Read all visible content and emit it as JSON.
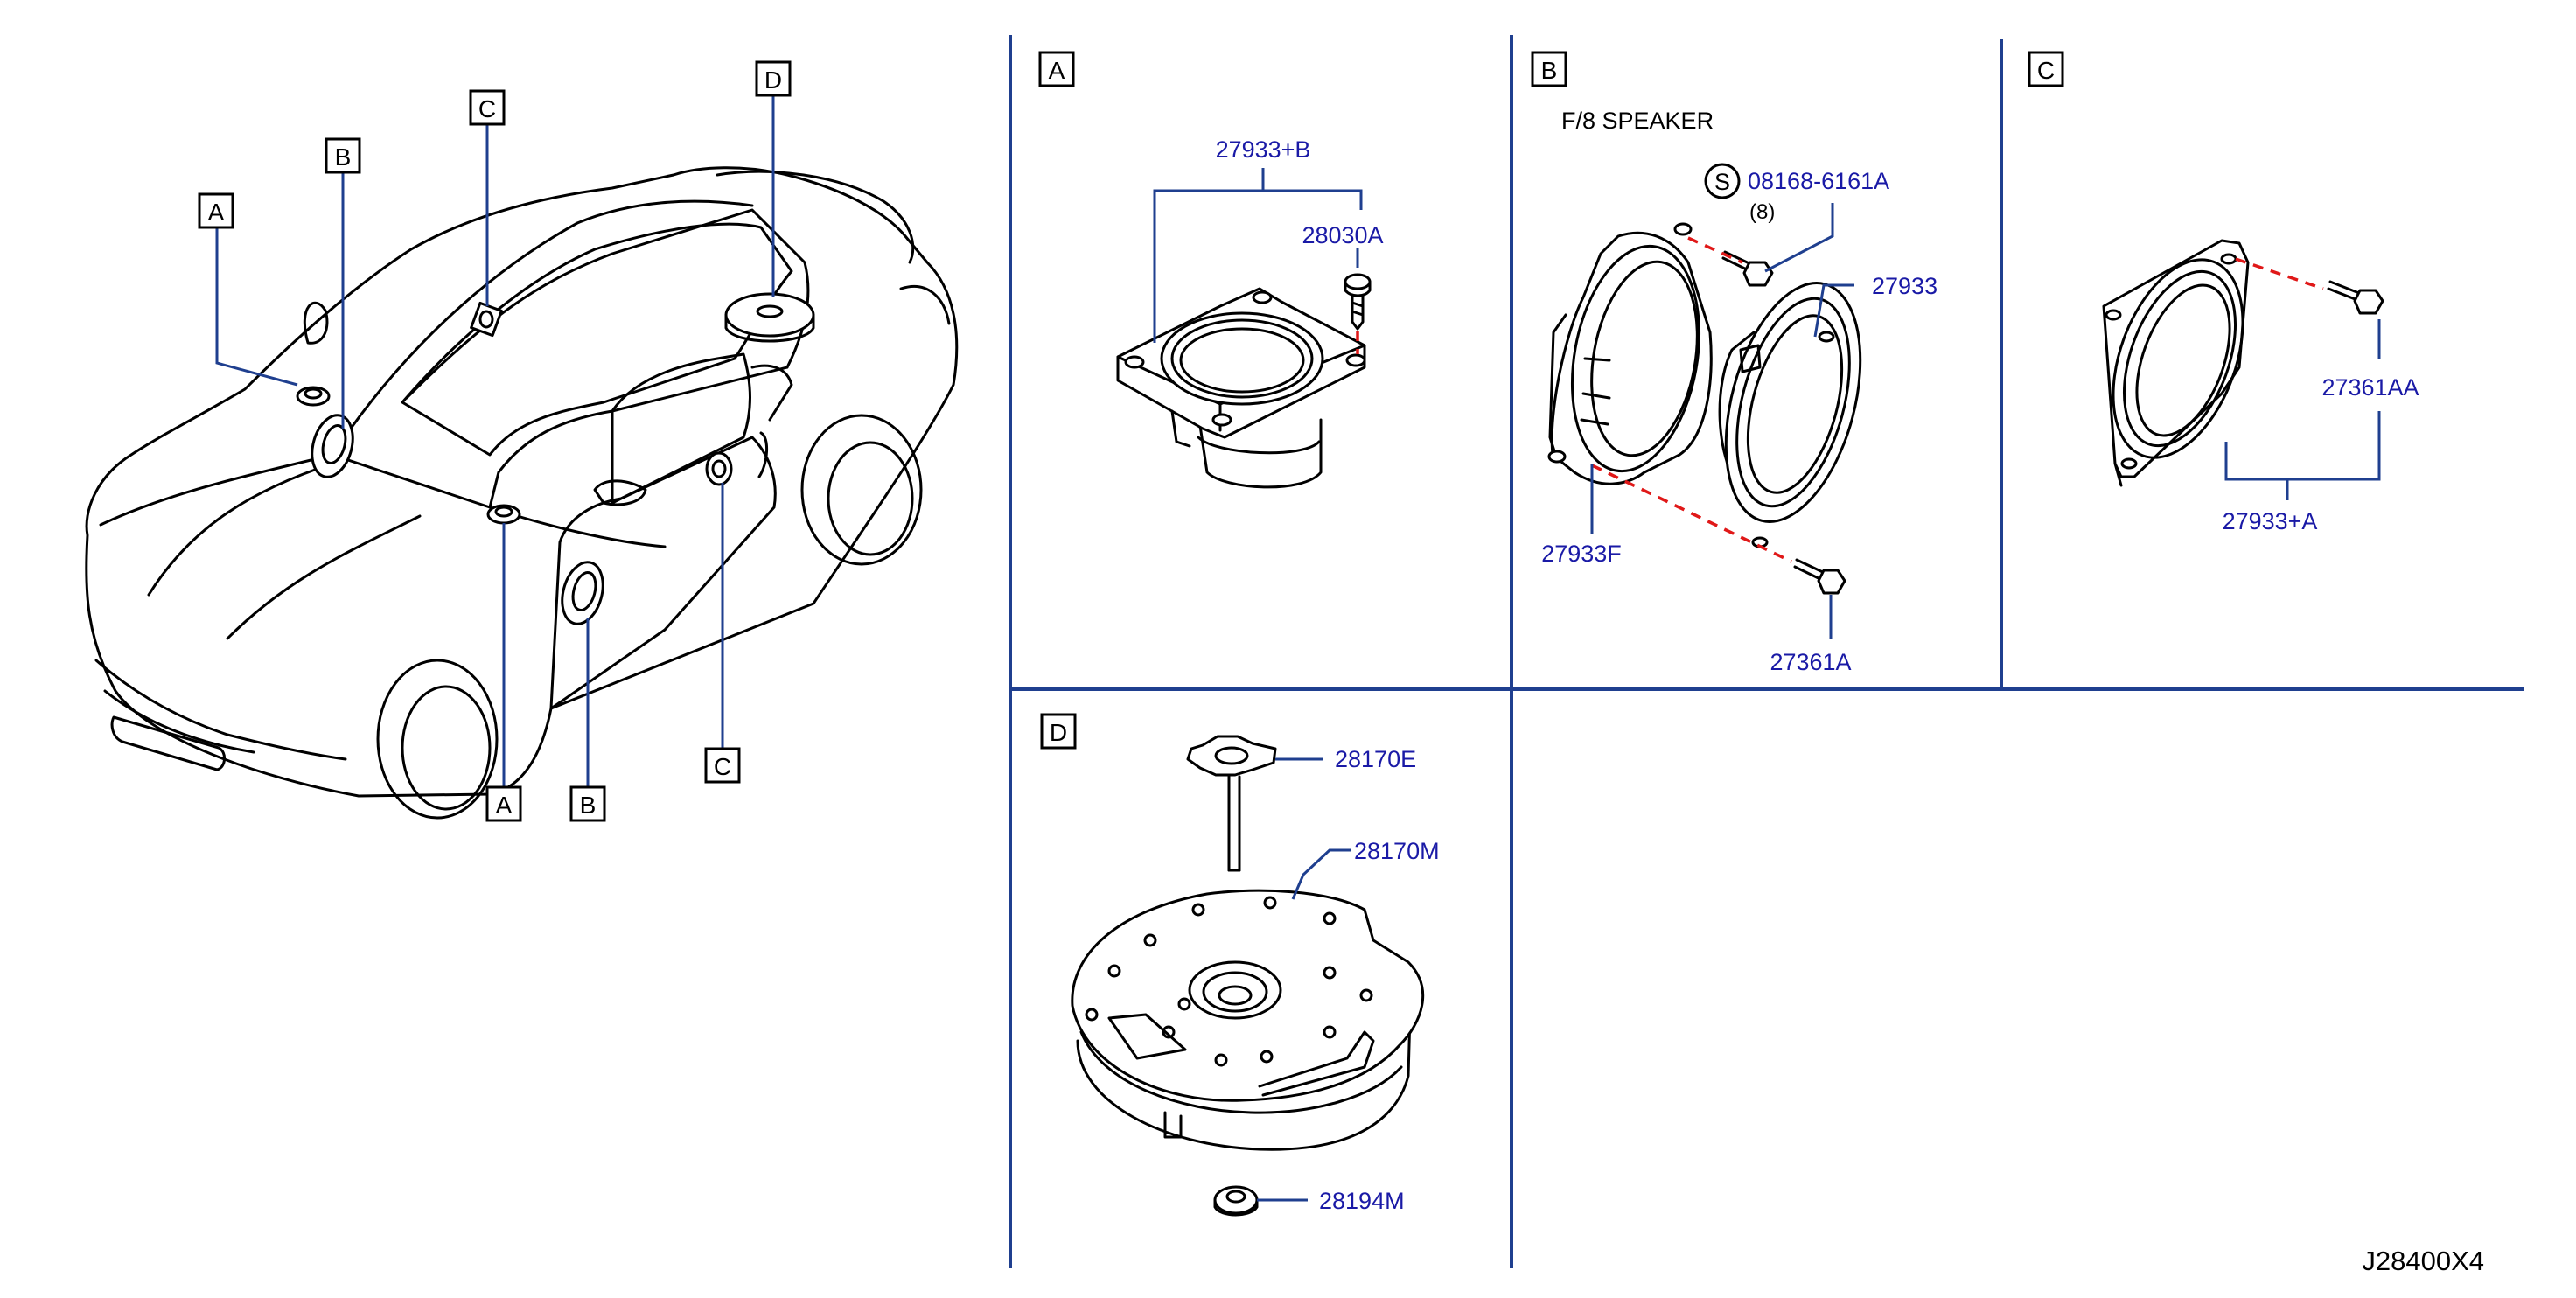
{
  "figure_code": "J28400X4",
  "overview": {
    "callouts": [
      {
        "id": "ov-a-hood",
        "letter": "A"
      },
      {
        "id": "ov-b-dash",
        "letter": "B"
      },
      {
        "id": "ov-c-roof",
        "letter": "C"
      },
      {
        "id": "ov-d-rear",
        "letter": "D"
      },
      {
        "id": "ov-a-low",
        "letter": "A"
      },
      {
        "id": "ov-b-low",
        "letter": "B"
      },
      {
        "id": "ov-c-low",
        "letter": "C"
      }
    ]
  },
  "panels": {
    "A": {
      "letter": "A",
      "parts": {
        "speaker_assy": "27933+B",
        "screw": "28030A"
      }
    },
    "B": {
      "letter": "B",
      "heading": "F/8   SPEAKER",
      "parts": {
        "standard_symbol": "S",
        "bolt": "08168-6161A",
        "bolt_qty": "(8)",
        "speaker": "27933",
        "bracket": "27933F",
        "screw": "27361A"
      }
    },
    "C": {
      "letter": "C",
      "parts": {
        "screw": "27361AA",
        "speaker_assy": "27933+A"
      }
    },
    "D": {
      "letter": "D",
      "parts": {
        "knob": "28170E",
        "subwoofer": "28170M",
        "spacer": "28194M"
      }
    }
  },
  "colors": {
    "label_blue": "#1a1aa6",
    "leader_blue": "#1f3f8f",
    "dash_red": "#e01818",
    "line_black": "#000000"
  }
}
